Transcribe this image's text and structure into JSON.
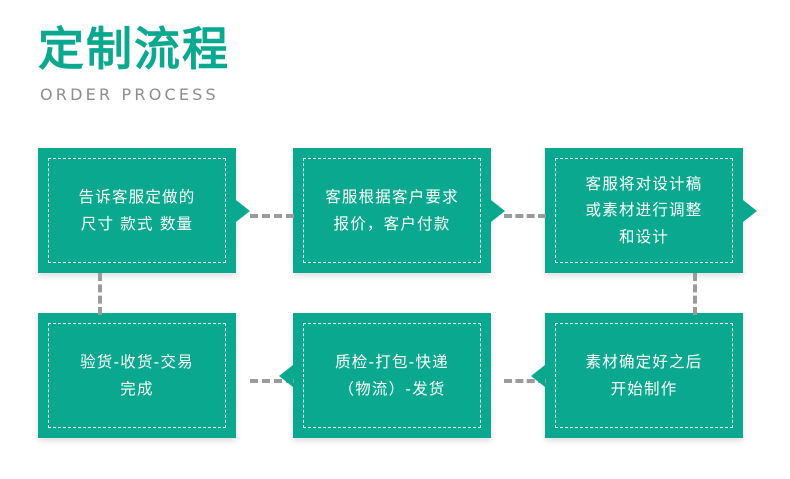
{
  "header": {
    "title": "定制流程",
    "subtitle": "ORDER PROCESS",
    "title_color": "#0aa98f",
    "subtitle_color": "#8d8d8d"
  },
  "theme": {
    "node_fill": "#0aa98f",
    "node_text": "#ffffff",
    "connector_color": "#9b9b9b",
    "background": "#ffffff"
  },
  "flow": {
    "steps": [
      {
        "id": "step-1",
        "order": 1,
        "text": "告诉客服定做的\n尺寸 款式 数量",
        "arrow": "right"
      },
      {
        "id": "step-2",
        "order": 2,
        "text": "客服根据客户要求\n报价，客户付款",
        "arrow": "right"
      },
      {
        "id": "step-3",
        "order": 3,
        "text": "客服将对设计稿\n或素材进行调整\n和设计",
        "arrow": "right"
      },
      {
        "id": "step-4",
        "order": 4,
        "text": "素材确定好之后\n开始制作",
        "arrow": "left"
      },
      {
        "id": "step-5",
        "order": 5,
        "text": "质检-打包-快递\n（物流）-发货",
        "arrow": "left"
      },
      {
        "id": "step-6",
        "order": 6,
        "text": "验货-收货-交易\n完成",
        "arrow": "none"
      }
    ],
    "connectors": [
      {
        "id": "connector-1-to-2",
        "type": "horizontal"
      },
      {
        "id": "connector-2-to-3",
        "type": "horizontal"
      },
      {
        "id": "connector-3-to-4",
        "type": "vertical"
      },
      {
        "id": "connector-4-to-5",
        "type": "horizontal"
      },
      {
        "id": "connector-5-to-6",
        "type": "horizontal"
      },
      {
        "id": "connector-6-up",
        "type": "vertical"
      }
    ]
  }
}
